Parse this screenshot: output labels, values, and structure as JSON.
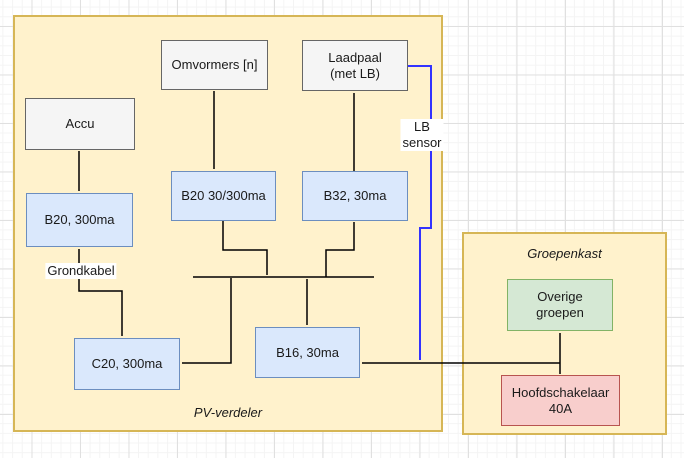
{
  "containers": {
    "pv_verdeler": "PV-verdeler",
    "groepenkast": "Groepenkast"
  },
  "nodes": {
    "accu": "Accu",
    "omvormers": "Omvormers [n]",
    "laadpaal": "Laadpaal\n(met LB)",
    "b20_300": "B20, 300ma",
    "b20_30_300": "B20 30/300ma",
    "b32_30": "B32, 30ma",
    "c20_300": "C20, 300ma",
    "b16_30": "B16, 30ma",
    "overige_groepen": "Overige\ngroepen",
    "hoofdschakelaar": "Hoofdschakelaar\n40A"
  },
  "edge_labels": {
    "grondkabel": "Grondkabel",
    "lb_sensor": "LB\nsensor"
  },
  "colors": {
    "container_fill": "#FFF2CC",
    "container_border": "#D6B656",
    "grey_fill": "#F5F5F5",
    "grey_border": "#666666",
    "blue_fill": "#DAE8FC",
    "blue_border": "#6C8EBF",
    "green_fill": "#D5E8D4",
    "green_border": "#82B366",
    "red_fill": "#F8CECC",
    "red_border": "#B85450",
    "edge_black": "#000000",
    "edge_blue": "#3333FF",
    "grid_minor": "#F4F4F4",
    "grid_major": "#E0E0E0"
  }
}
